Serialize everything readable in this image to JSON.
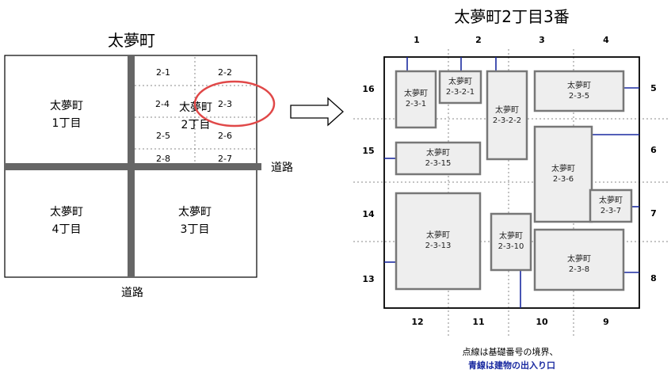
{
  "left": {
    "title": "太夢町",
    "block1": [
      "太夢町",
      "1丁目"
    ],
    "block2": [
      "太夢町",
      "2丁目"
    ],
    "block3": [
      "太夢町",
      "3丁目"
    ],
    "block4": [
      "太夢町",
      "4丁目"
    ],
    "parcels": [
      "2-1",
      "2-2",
      "2-4",
      "2-3",
      "2-5",
      "2-6",
      "2-8",
      "2-7"
    ],
    "road_right": "道路",
    "road_bottom": "道路"
  },
  "right": {
    "title": "太夢町2丁目3番",
    "numbers_top": [
      "1",
      "2",
      "3",
      "4"
    ],
    "numbers_right": [
      "5",
      "6",
      "7",
      "8"
    ],
    "numbers_bottom": [
      "12",
      "11",
      "10",
      "9"
    ],
    "numbers_left": [
      "16",
      "15",
      "14",
      "13"
    ],
    "buildings": [
      {
        "name": "太夢町",
        "id": "2-3-1"
      },
      {
        "name": "太夢町",
        "id": "2-3-2-1"
      },
      {
        "name": "太夢町",
        "id": "2-3-2-2"
      },
      {
        "name": "太夢町",
        "id": "2-3-5"
      },
      {
        "name": "太夢町",
        "id": "2-3-15"
      },
      {
        "name": "太夢町",
        "id": "2-3-6"
      },
      {
        "name": "太夢町",
        "id": "2-3-7"
      },
      {
        "name": "太夢町",
        "id": "2-3-13"
      },
      {
        "name": "太夢町",
        "id": "2-3-10"
      },
      {
        "name": "太夢町",
        "id": "2-3-8"
      }
    ]
  },
  "note": {
    "line1": "点線は基礎番号の境界、",
    "line2": "青線は建物の出入り口"
  },
  "colors": {
    "road": "#666666",
    "entrance": "#1a2aa0",
    "highlight": "#e04848"
  }
}
